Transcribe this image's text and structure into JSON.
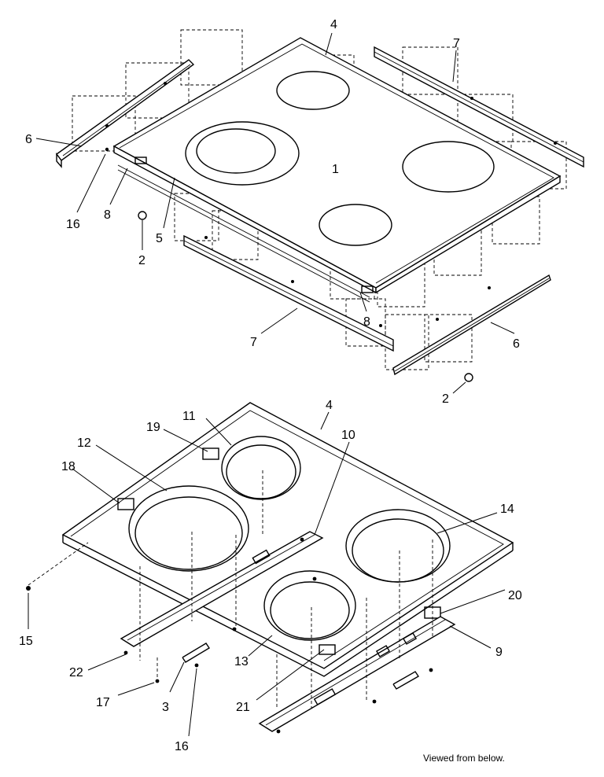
{
  "callouts": [
    {
      "id": "c-4-top",
      "text": "4"
    },
    {
      "id": "c-7-top",
      "text": "7"
    },
    {
      "id": "c-6-left",
      "text": "6"
    },
    {
      "id": "c-1",
      "text": "1"
    },
    {
      "id": "c-16-top",
      "text": "16"
    },
    {
      "id": "c-8-left",
      "text": "8"
    },
    {
      "id": "c-5",
      "text": "5"
    },
    {
      "id": "c-2-top",
      "text": "2"
    },
    {
      "id": "c-8-right",
      "text": "8"
    },
    {
      "id": "c-7-bottom",
      "text": "7"
    },
    {
      "id": "c-6-right",
      "text": "6"
    },
    {
      "id": "c-2-bottom",
      "text": "2"
    },
    {
      "id": "c-4-bottom",
      "text": "4"
    },
    {
      "id": "c-11",
      "text": "11"
    },
    {
      "id": "c-19",
      "text": "19"
    },
    {
      "id": "c-10",
      "text": "10"
    },
    {
      "id": "c-12",
      "text": "12"
    },
    {
      "id": "c-18",
      "text": "18"
    },
    {
      "id": "c-14",
      "text": "14"
    },
    {
      "id": "c-20",
      "text": "20"
    },
    {
      "id": "c-15",
      "text": "15"
    },
    {
      "id": "c-13",
      "text": "13"
    },
    {
      "id": "c-9",
      "text": "9"
    },
    {
      "id": "c-22",
      "text": "22"
    },
    {
      "id": "c-17",
      "text": "17"
    },
    {
      "id": "c-3",
      "text": "3"
    },
    {
      "id": "c-21",
      "text": "21"
    },
    {
      "id": "c-16-bottom",
      "text": "16"
    }
  ],
  "caption": "Viewed from below."
}
